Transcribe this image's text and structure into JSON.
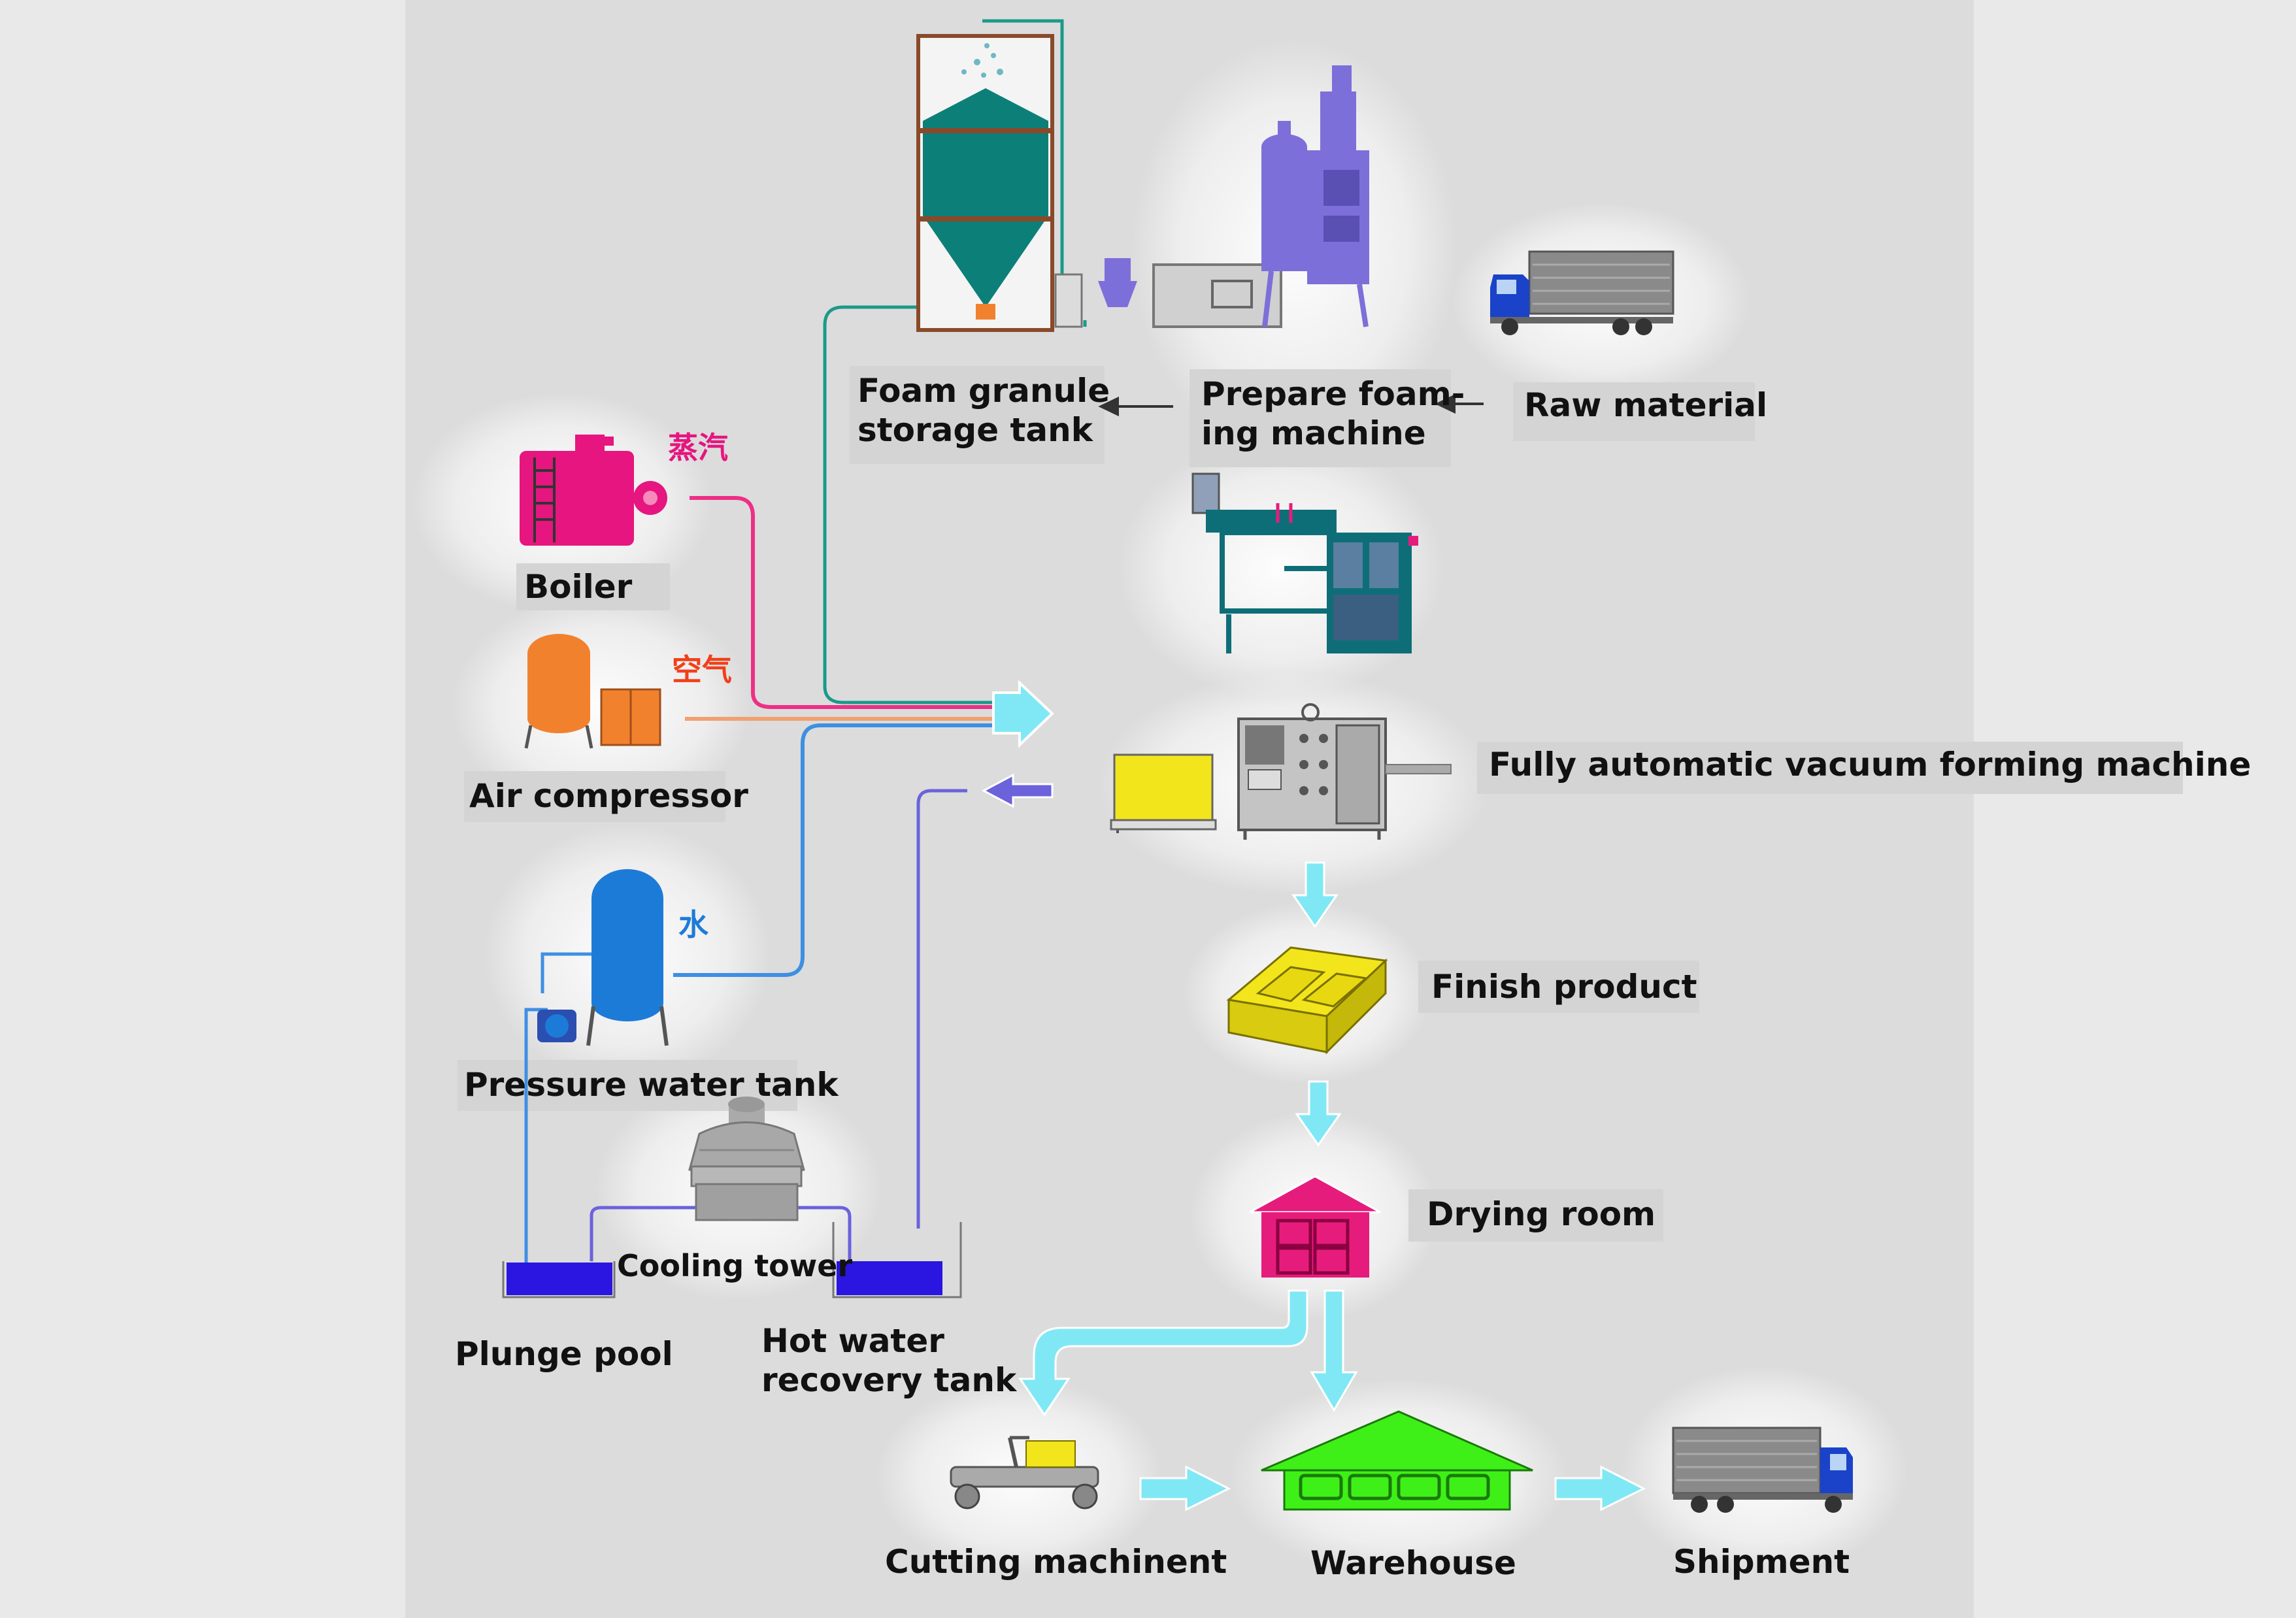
{
  "labels": {
    "foam_granule_storage_tank": "Foam granule\nstorage tank",
    "prepare_foaming_machine": "Prepare foam-\ning machine",
    "raw_material": "Raw material",
    "boiler": "Boiler",
    "air_compressor": "Air compressor",
    "pressure_water_tank": "Pressure water tank",
    "cooling_tower": "Cooling tower",
    "plunge_pool": "Plunge pool",
    "hot_water_recovery_tank": "Hot water\nrecovery tank",
    "fully_automatic_vacuum_forming_machine": "Fully automatic vacuum forming machine",
    "finish_product": "Finish product",
    "drying_room": "Drying room",
    "cutting_machinent": "Cutting machinent",
    "warehouse": "Warehouse",
    "shipment": "Shipment"
  },
  "utility_tags": {
    "steam": "蒸汽",
    "air": "空气",
    "water": "水"
  },
  "colors": {
    "background": "#e9e9e9",
    "panel": "#dcdcdc",
    "storage_tank": "#0c7f78",
    "foaming_machine": "#7d6fd9",
    "boiler": "#e6157f",
    "air_compressor": "#f2812e",
    "water_tank": "#1d7bd8",
    "pool_water": "#2a16e0",
    "steam_line": "#ee2f86",
    "air_line": "#f2a070",
    "water_line": "#3e8fe2",
    "return_line": "#6b62dc",
    "storage_line": "#1b9a8a",
    "flow_arrow": "#80e8f5",
    "product": "#f2e51c",
    "drying_room": "#e61c7c",
    "warehouse": "#3ff018",
    "truck_cab": "#1a43c9"
  }
}
